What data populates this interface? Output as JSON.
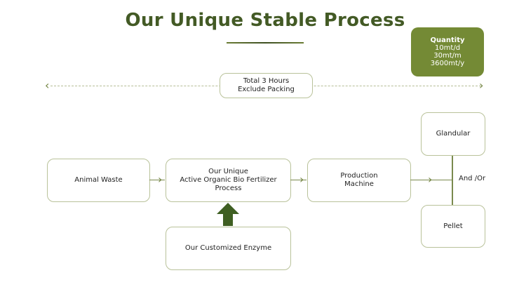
{
  "title": "Our Unique Stable Process",
  "quantity": {
    "label": "Quantity",
    "lines": [
      "10mt/d",
      "30mt/m",
      "3600mt/y"
    ]
  },
  "timeline": {
    "line1": "Total 3 Hours",
    "line2": "Exclude Packing"
  },
  "steps": {
    "animal_waste": "Animal Waste",
    "process": [
      "Our Unique",
      "Active Organic Bio Fertilizer",
      "Process"
    ],
    "machine": [
      "Production",
      "Machine"
    ],
    "enzyme": "Our Customized Enzyme",
    "glandular": "Glandular",
    "pellet": "Pellet",
    "and_or": "And /Or"
  },
  "colors": {
    "accent": "#748a35",
    "title": "#435a25"
  }
}
